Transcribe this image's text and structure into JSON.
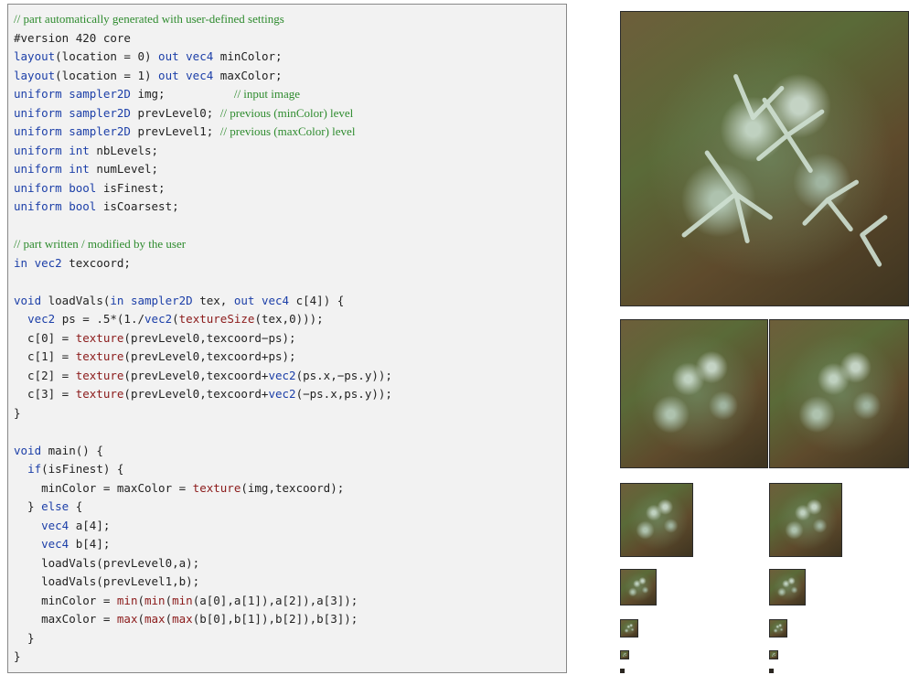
{
  "colors": {
    "code_background": "#f2f2f2",
    "comment": "#2e8b2e",
    "keyword_type": "#1c3fa8",
    "builtin_function": "#8b1a1a",
    "plain_text": "#222222"
  },
  "code_listing": {
    "lines": [
      [
        {
          "t": "// part automatically generated with user-defined settings",
          "c": "cmt"
        }
      ],
      [
        {
          "t": "#version 420 core",
          "c": "txt"
        }
      ],
      [
        {
          "t": "layout",
          "c": "kw"
        },
        {
          "t": "(location = 0) ",
          "c": "txt"
        },
        {
          "t": "out vec4",
          "c": "kw"
        },
        {
          "t": " minColor;",
          "c": "txt"
        }
      ],
      [
        {
          "t": "layout",
          "c": "kw"
        },
        {
          "t": "(location = 1) ",
          "c": "txt"
        },
        {
          "t": "out vec4",
          "c": "kw"
        },
        {
          "t": " maxColor;",
          "c": "txt"
        }
      ],
      [
        {
          "t": "uniform sampler2D",
          "c": "kw"
        },
        {
          "t": " img;          ",
          "c": "txt"
        },
        {
          "t": "// input image",
          "c": "cmt"
        }
      ],
      [
        {
          "t": "uniform sampler2D",
          "c": "kw"
        },
        {
          "t": " prevLevel0; ",
          "c": "txt"
        },
        {
          "t": "// previous (minColor) level",
          "c": "cmt"
        }
      ],
      [
        {
          "t": "uniform sampler2D",
          "c": "kw"
        },
        {
          "t": " prevLevel1; ",
          "c": "txt"
        },
        {
          "t": "// previous (maxColor) level",
          "c": "cmt"
        }
      ],
      [
        {
          "t": "uniform int",
          "c": "kw"
        },
        {
          "t": " nbLevels;",
          "c": "txt"
        }
      ],
      [
        {
          "t": "uniform int",
          "c": "kw"
        },
        {
          "t": " numLevel;",
          "c": "txt"
        }
      ],
      [
        {
          "t": "uniform bool",
          "c": "kw"
        },
        {
          "t": " isFinest;",
          "c": "txt"
        }
      ],
      [
        {
          "t": "uniform bool",
          "c": "kw"
        },
        {
          "t": " isCoarsest;",
          "c": "txt"
        }
      ],
      [],
      [
        {
          "t": "// part written / modified by the user",
          "c": "cmt"
        }
      ],
      [
        {
          "t": "in vec2",
          "c": "kw"
        },
        {
          "t": " texcoord;",
          "c": "txt"
        }
      ],
      [],
      [
        {
          "t": "void",
          "c": "kw"
        },
        {
          "t": " loadVals(",
          "c": "txt"
        },
        {
          "t": "in sampler2D",
          "c": "kw"
        },
        {
          "t": " tex, ",
          "c": "txt"
        },
        {
          "t": "out vec4",
          "c": "kw"
        },
        {
          "t": " c[4]) {",
          "c": "txt"
        }
      ],
      [
        {
          "t": "  ",
          "c": "txt"
        },
        {
          "t": "vec2",
          "c": "kw"
        },
        {
          "t": " ps = .5*(1./",
          "c": "txt"
        },
        {
          "t": "vec2",
          "c": "kw"
        },
        {
          "t": "(",
          "c": "txt"
        },
        {
          "t": "textureSize",
          "c": "fn"
        },
        {
          "t": "(tex,0)));",
          "c": "txt"
        }
      ],
      [
        {
          "t": "  c[0] = ",
          "c": "txt"
        },
        {
          "t": "texture",
          "c": "fn"
        },
        {
          "t": "(prevLevel0,texcoord−ps);",
          "c": "txt"
        }
      ],
      [
        {
          "t": "  c[1] = ",
          "c": "txt"
        },
        {
          "t": "texture",
          "c": "fn"
        },
        {
          "t": "(prevLevel0,texcoord+ps);",
          "c": "txt"
        }
      ],
      [
        {
          "t": "  c[2] = ",
          "c": "txt"
        },
        {
          "t": "texture",
          "c": "fn"
        },
        {
          "t": "(prevLevel0,texcoord+",
          "c": "txt"
        },
        {
          "t": "vec2",
          "c": "kw"
        },
        {
          "t": "(ps.x,−ps.y));",
          "c": "txt"
        }
      ],
      [
        {
          "t": "  c[3] = ",
          "c": "txt"
        },
        {
          "t": "texture",
          "c": "fn"
        },
        {
          "t": "(prevLevel0,texcoord+",
          "c": "txt"
        },
        {
          "t": "vec2",
          "c": "kw"
        },
        {
          "t": "(−ps.x,ps.y));",
          "c": "txt"
        }
      ],
      [
        {
          "t": "}",
          "c": "txt"
        }
      ],
      [],
      [
        {
          "t": "void",
          "c": "kw"
        },
        {
          "t": " main() {",
          "c": "txt"
        }
      ],
      [
        {
          "t": "  ",
          "c": "txt"
        },
        {
          "t": "if",
          "c": "kw"
        },
        {
          "t": "(isFinest) {",
          "c": "txt"
        }
      ],
      [
        {
          "t": "    minColor = maxColor = ",
          "c": "txt"
        },
        {
          "t": "texture",
          "c": "fn"
        },
        {
          "t": "(img,texcoord);",
          "c": "txt"
        }
      ],
      [
        {
          "t": "  } ",
          "c": "txt"
        },
        {
          "t": "else",
          "c": "kw"
        },
        {
          "t": " {",
          "c": "txt"
        }
      ],
      [
        {
          "t": "    ",
          "c": "txt"
        },
        {
          "t": "vec4",
          "c": "kw"
        },
        {
          "t": " a[4];",
          "c": "txt"
        }
      ],
      [
        {
          "t": "    ",
          "c": "txt"
        },
        {
          "t": "vec4",
          "c": "kw"
        },
        {
          "t": " b[4];",
          "c": "txt"
        }
      ],
      [
        {
          "t": "    loadVals(prevLevel0,a);",
          "c": "txt"
        }
      ],
      [
        {
          "t": "    loadVals(prevLevel1,b);",
          "c": "txt"
        }
      ],
      [
        {
          "t": "    minColor = ",
          "c": "txt"
        },
        {
          "t": "min",
          "c": "fn"
        },
        {
          "t": "(",
          "c": "txt"
        },
        {
          "t": "min",
          "c": "fn"
        },
        {
          "t": "(",
          "c": "txt"
        },
        {
          "t": "min",
          "c": "fn"
        },
        {
          "t": "(a[0],a[1]),a[2]),a[3]);",
          "c": "txt"
        }
      ],
      [
        {
          "t": "    maxColor = ",
          "c": "txt"
        },
        {
          "t": "max",
          "c": "fn"
        },
        {
          "t": "(",
          "c": "txt"
        },
        {
          "t": "max",
          "c": "fn"
        },
        {
          "t": "(",
          "c": "txt"
        },
        {
          "t": "max",
          "c": "fn"
        },
        {
          "t": "(b[0],b[1]),b[2]),b[3]);",
          "c": "txt"
        }
      ],
      [
        {
          "t": "  }",
          "c": "txt"
        }
      ],
      [
        {
          "t": "}",
          "c": "txt"
        }
      ]
    ]
  },
  "figure": {
    "input_image": {
      "description_icon": "flower-photo"
    },
    "pyramid": {
      "columns": [
        "min-color-level",
        "max-color-level"
      ],
      "levels_shown": 6
    }
  }
}
